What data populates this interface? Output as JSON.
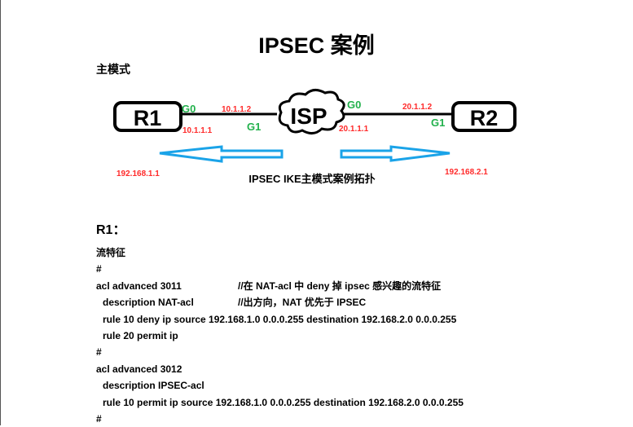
{
  "title": "IPSEC  案例",
  "subtitle": "主模式",
  "diagram": {
    "r1": "R1",
    "r2": "R2",
    "isp": "ISP",
    "r1_g0": "G0",
    "r1_ip": "10.1.1.1",
    "isp_g1": "G1",
    "isp_ip_left": "10.1.1.2",
    "isp_g0": "G0",
    "isp_ip_right": "20.1.1.1",
    "r2_g1": "G1",
    "r2_ip": "20.1.1.2",
    "lan_left": "192.168.1.1",
    "lan_right": "192.168.2.1",
    "caption": "IPSEC IKE主模式案例拓扑",
    "colors": {
      "ip": "#ff2a2a",
      "iface": "#22b14c",
      "arrow": "#1aa3e8"
    }
  },
  "section": "R1：",
  "config": [
    {
      "text": "流特征",
      "indent": false
    },
    {
      "text": "#",
      "indent": false
    },
    {
      "text": "acl advanced 3011",
      "indent": false,
      "comment": "//在 NAT-acl 中 deny 掉 ipsec 感兴趣的流特征"
    },
    {
      "text": "description NAT-acl",
      "indent": true,
      "comment": "//出方向，NAT 优先于 IPSEC"
    },
    {
      "text": "rule 10 deny ip source 192.168.1.0 0.0.0.255 destination 192.168.2.0 0.0.0.255",
      "indent": true
    },
    {
      "text": "rule 20 permit ip",
      "indent": true
    },
    {
      "text": "#",
      "indent": false
    },
    {
      "text": "acl advanced 3012",
      "indent": false
    },
    {
      "text": "description IPSEC-acl",
      "indent": true
    },
    {
      "text": "rule 10 permit ip source 192.168.1.0 0.0.0.255 destination 192.168.2.0 0.0.0.255",
      "indent": true
    },
    {
      "text": "#",
      "indent": false
    }
  ]
}
